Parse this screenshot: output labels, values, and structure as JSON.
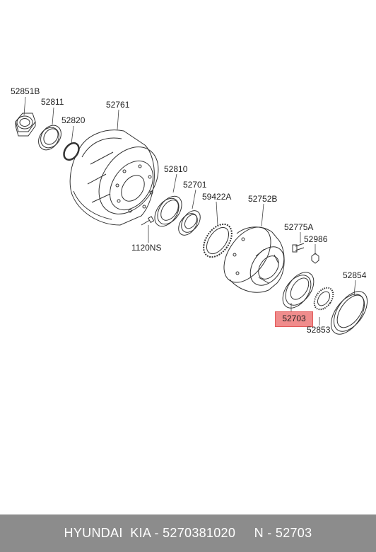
{
  "parts": {
    "p52851b": "52851B",
    "p52811": "52811",
    "p52820": "52820",
    "p52761": "52761",
    "p52810": "52810",
    "p52701": "52701",
    "p59422a": "59422A",
    "p52752b": "52752B",
    "p52775a": "52775A",
    "p52986": "52986",
    "p52854": "52854",
    "p52703": "52703",
    "p52853": "52853",
    "p1120ns": "1120NS"
  },
  "highlighted_part": "52703",
  "highlight_color": "#f08c8c",
  "footer": {
    "text": "HYUNDAI  KIA - 5270381020     N - 52703",
    "background": "#8c8c8c"
  }
}
